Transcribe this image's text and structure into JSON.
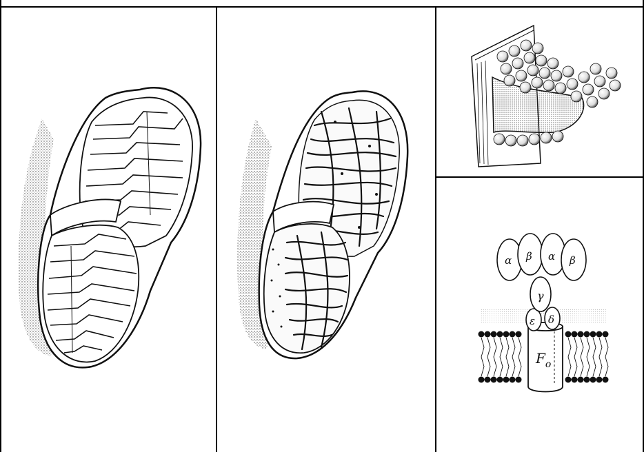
{
  "figure": {
    "panels": [
      {
        "id": "mitochondrion-lamellar-cristae",
        "icon": "mitochondrion-cutaway-lamellar"
      },
      {
        "id": "mitochondrion-tubular-cristae",
        "icon": "mitochondrion-cutaway-tubular"
      },
      {
        "id": "crista-membrane-particles",
        "icon": "inner-membrane-fold-with-particles"
      },
      {
        "id": "atp-synthase",
        "icon": "atp-synthase-diagram"
      }
    ],
    "atp_synthase_labels": {
      "alpha_left": "α",
      "beta_left": "β",
      "alpha_right": "α",
      "beta_right": "β",
      "gamma": "γ",
      "epsilon": "ε",
      "delta": "δ",
      "fo": "F",
      "fo_sub": "o"
    },
    "colors": {
      "ink": "#111111",
      "paper": "#ffffff",
      "grid": "#000000"
    }
  }
}
